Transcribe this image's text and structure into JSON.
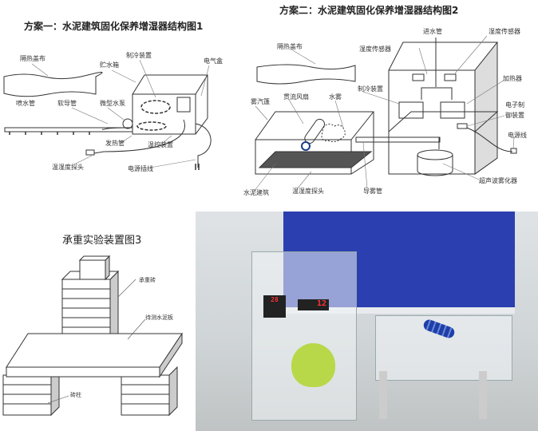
{
  "figure1": {
    "title": "方案一：水泥建筑固化保养增湿器结构图1",
    "labels": {
      "cover": "隔热盖布",
      "tank": "贮水箱",
      "cooling": "制冷装置",
      "electric_box": "电气盒",
      "spray_pipe": "喷水管",
      "hose": "软导管",
      "pump": "微型水泵",
      "heater": "发热管",
      "temp_control": "温控装置",
      "probe": "温湿度探头",
      "power_cord": "电源插线"
    }
  },
  "figure2": {
    "title": "方案二：水泥建筑固化保养增湿器结构图2",
    "labels": {
      "inlet": "进水管",
      "humidity_sensor_right": "湿度传感器",
      "humidity_sensor_left": "湿度传感器",
      "cover": "隔热盖布",
      "heater": "加热器",
      "cooling": "制冷装置",
      "mist_tent": "雾汽篷",
      "fan": "贯流风扇",
      "mist": "水雾",
      "controller_line1": "电子制",
      "controller_line2": "御装置",
      "power": "电源线",
      "atomizer": "超声波雾化器",
      "building": "水泥建筑",
      "probe": "温湿度探头",
      "mist_pipe": "导雾管"
    }
  },
  "figure3": {
    "title": "承重实验装置图3",
    "labels": {
      "load_brick": "承重砖",
      "slab": "待测水泥板",
      "pillar": "砖柱"
    }
  },
  "photo": {
    "display_left": "28",
    "display_right": "12"
  }
}
